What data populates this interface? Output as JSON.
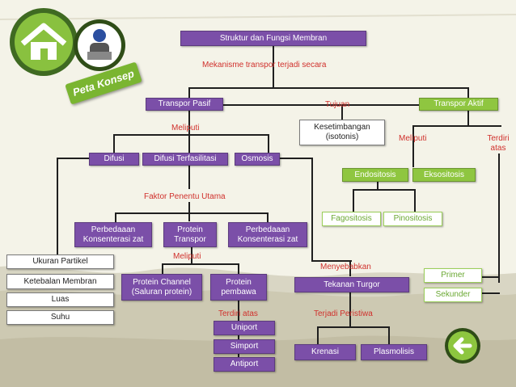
{
  "header": {
    "peta_label": "Peta Konsep",
    "home_icon": "home-icon",
    "profile_icon": "person-icon"
  },
  "nodes": {
    "root": "Struktur dan  Fungsi Membran",
    "transpor_pasif": "Transpor Pasif",
    "transpor_aktif": "Transpor Aktif",
    "kesetimbangan": "Kesetimbangan (isotonis)",
    "difusi": "Difusi",
    "difusi_terfasilitasi": "Difusi Terfasilitasi",
    "osmosis": "Osmosis",
    "endositosis": "Endositosis",
    "eksositosis": "Eksositosis",
    "fagositosis": "Fagositosis",
    "pinositosis": "Pinositosis",
    "perbedaan_1": "Perbedaaan Konsenterasi zat",
    "protein_transpor": "Protein Transpor",
    "perbedaan_2": "Perbedaaan Konsenterasi zat",
    "ukuran_partikel": "Ukuran Partikel",
    "ketebalan_membran": "Ketebalan Membran",
    "luas": "Luas",
    "suhu": "Suhu",
    "protein_channel": "Protein Channel (Saluran protein)",
    "protein_pembawa": "Protein pembawa",
    "uniport": "Uniport",
    "simport": "Simport",
    "antiport": "Antiport",
    "tekanan_turgor": "Tekanan Turgor",
    "krenasi": "Krenasi",
    "plasmolisis": "Plasmolisis",
    "primer": "Primer",
    "sekunder": "Sekunder"
  },
  "labels": {
    "mekanisme": "Mekanisme transpor terjadi secara",
    "tujuan": "Tujuan",
    "meliputi_1": "Meliputi",
    "meliputi_2": "Meliputi",
    "terdiri_atas_1": "Terdiri atas",
    "faktor": "Faktor Penentu Utama",
    "meliputi_3": "Meliputi",
    "menyebabkan": "Menyebabkan",
    "terdiri_atas_2": "Terdiri atas",
    "terjadi_peristiwa": "Terjadi Peristiwa"
  },
  "colors": {
    "purple": "#7b4fa8",
    "green": "#8fc640",
    "label_red": "#d0302c",
    "back_button": "#8dc63f"
  },
  "footer": {
    "back_icon": "back-arrow-icon"
  }
}
